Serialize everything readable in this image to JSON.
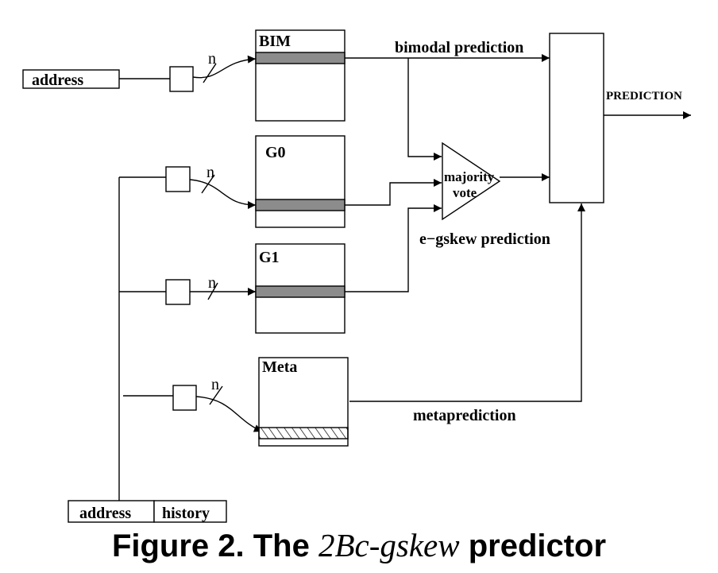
{
  "labels": {
    "address_top": "address",
    "bim": "BIM",
    "g0": "G0",
    "g1": "G1",
    "meta": "Meta",
    "n": "n",
    "bimodal_prediction": "bimodal prediction",
    "majority": "majority",
    "vote": "vote",
    "egskew_prediction": "e−gskew prediction",
    "prediction": "PREDICTION",
    "metaprediction": "metaprediction",
    "address_bottom": "address",
    "history": "history"
  },
  "caption": {
    "prefix": "Figure 2. The ",
    "name": "2Bc-gskew",
    "suffix": " predictor"
  }
}
